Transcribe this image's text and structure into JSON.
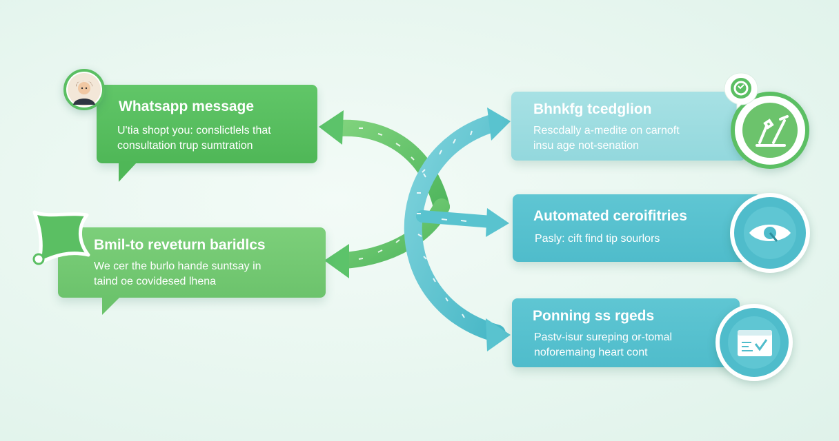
{
  "cards": {
    "whatsapp": {
      "title": "Whatsapp message",
      "line1": "U'tia shopt you: conslictlels that",
      "line2": "consultation trup sumtration"
    },
    "revenue": {
      "title": "Bmil-to reveturn baridlcs",
      "line1": "We cer the burlo hande suntsay in",
      "line2": "taind oe covidesed lhena"
    },
    "blinking": {
      "title": "Bhnkfg tcedglion",
      "line1": "Rescdally a-medite on carnoft",
      "line2": "insu age not-senation"
    },
    "automated": {
      "title": "Automated ceroifitries",
      "line1": "Pasly: cift find tip sourlors"
    },
    "ponning": {
      "title": "Ponning ss rgeds",
      "line1": "Pastv-isur sureping or-tomal",
      "line2": "noforemaing heart cont"
    }
  },
  "icons": {
    "avatar": "user-avatar-icon",
    "star_sticker": "star-sticker-icon",
    "whatsapp": "whatsapp-icon",
    "tools": "tools-icon",
    "eye": "eye-icon",
    "window": "browser-window-icon"
  },
  "colors": {
    "green": "#5bbf63",
    "light_green": "#72c772",
    "teal": "#9bdbe0",
    "cyan": "#56c1cf",
    "arrow_green": "#5cc36a",
    "arrow_teal": "#59c3cf"
  }
}
